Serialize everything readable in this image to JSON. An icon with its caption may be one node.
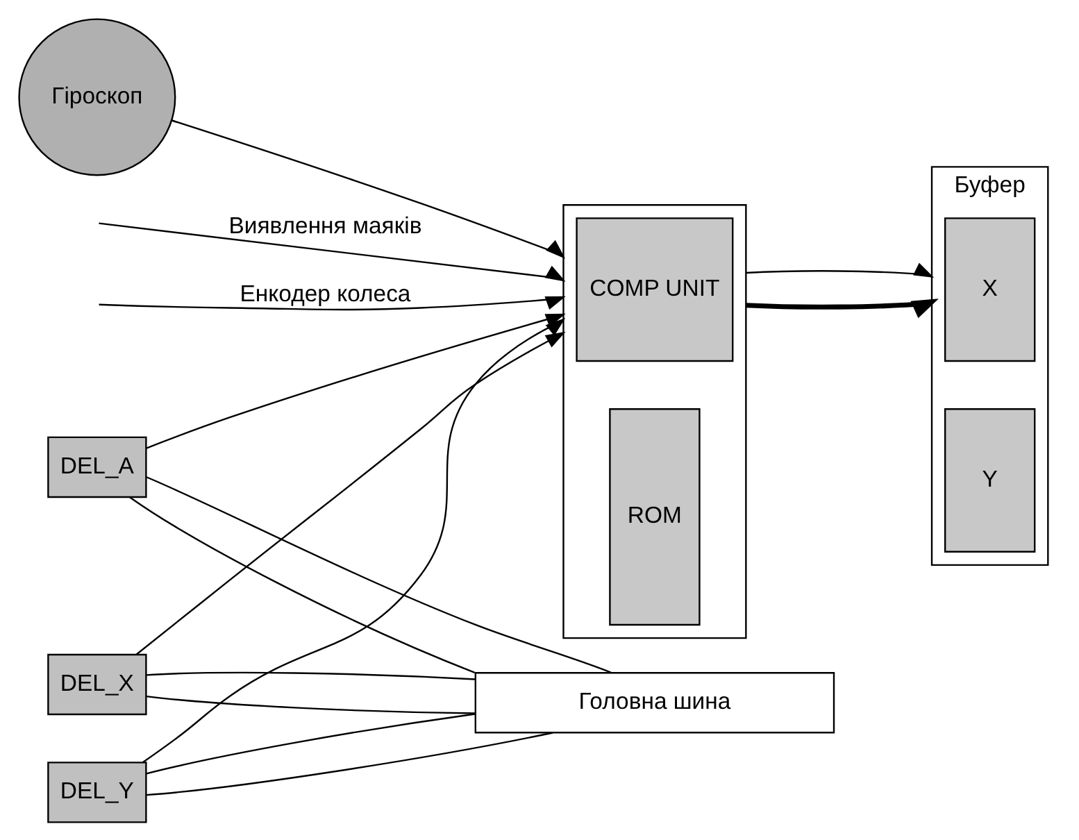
{
  "diagram": {
    "nodes": [
      {
        "text": [
          "Гіроскоп"
        ]
      },
      {
        "text": [],
        "shape": "box"
      },
      {
        "text": [
          "COMP UNIT"
        ],
        "in": 1
      },
      {
        "text": [
          "ROM"
        ],
        "in": 1
      },
      {
        "text": [
          "Буфер"
        ]
      },
      {
        "text": [
          "X"
        ],
        "in": 4
      },
      {
        "text": [
          "Y"
        ],
        "in": 4
      },
      {
        "text": [
          "DEL_A"
        ]
      },
      {
        "text": [
          "DEL_X"
        ]
      },
      {
        "text": [
          "DEL_Y"
        ]
      },
      {
        "text": [
          "Головна шина"
        ]
      }
    ],
    "edges": [
      {
        "from": 0,
        "to": 1,
        "arrow": "to"
      },
      {
        "from": null,
        "to": 1,
        "arrow": "to",
        "label": "Виявлення маяків"
      },
      {
        "from": null,
        "to": 1,
        "arrow": "to",
        "label": "Енкодер колеса"
      },
      {
        "from": 1,
        "to": 4,
        "arrow": "to",
        "style": "thick"
      },
      {
        "from": 1,
        "to": 4,
        "arrow": "to"
      },
      {
        "from": 7,
        "to": 1,
        "arrow": "to"
      },
      {
        "from": 8,
        "to": 1,
        "arrow": "to"
      },
      {
        "from": 9,
        "to": 1,
        "arrow": "to"
      },
      {
        "from": 7,
        "to": 10,
        "arrow": "none"
      },
      {
        "from": 7,
        "to": 10,
        "arrow": "none"
      },
      {
        "from": 8,
        "to": 10,
        "arrow": "none"
      },
      {
        "from": 8,
        "to": 10,
        "arrow": "none"
      },
      {
        "from": 9,
        "to": 10,
        "arrow": "none"
      },
      {
        "from": 9,
        "to": 10,
        "arrow": "none"
      }
    ]
  }
}
